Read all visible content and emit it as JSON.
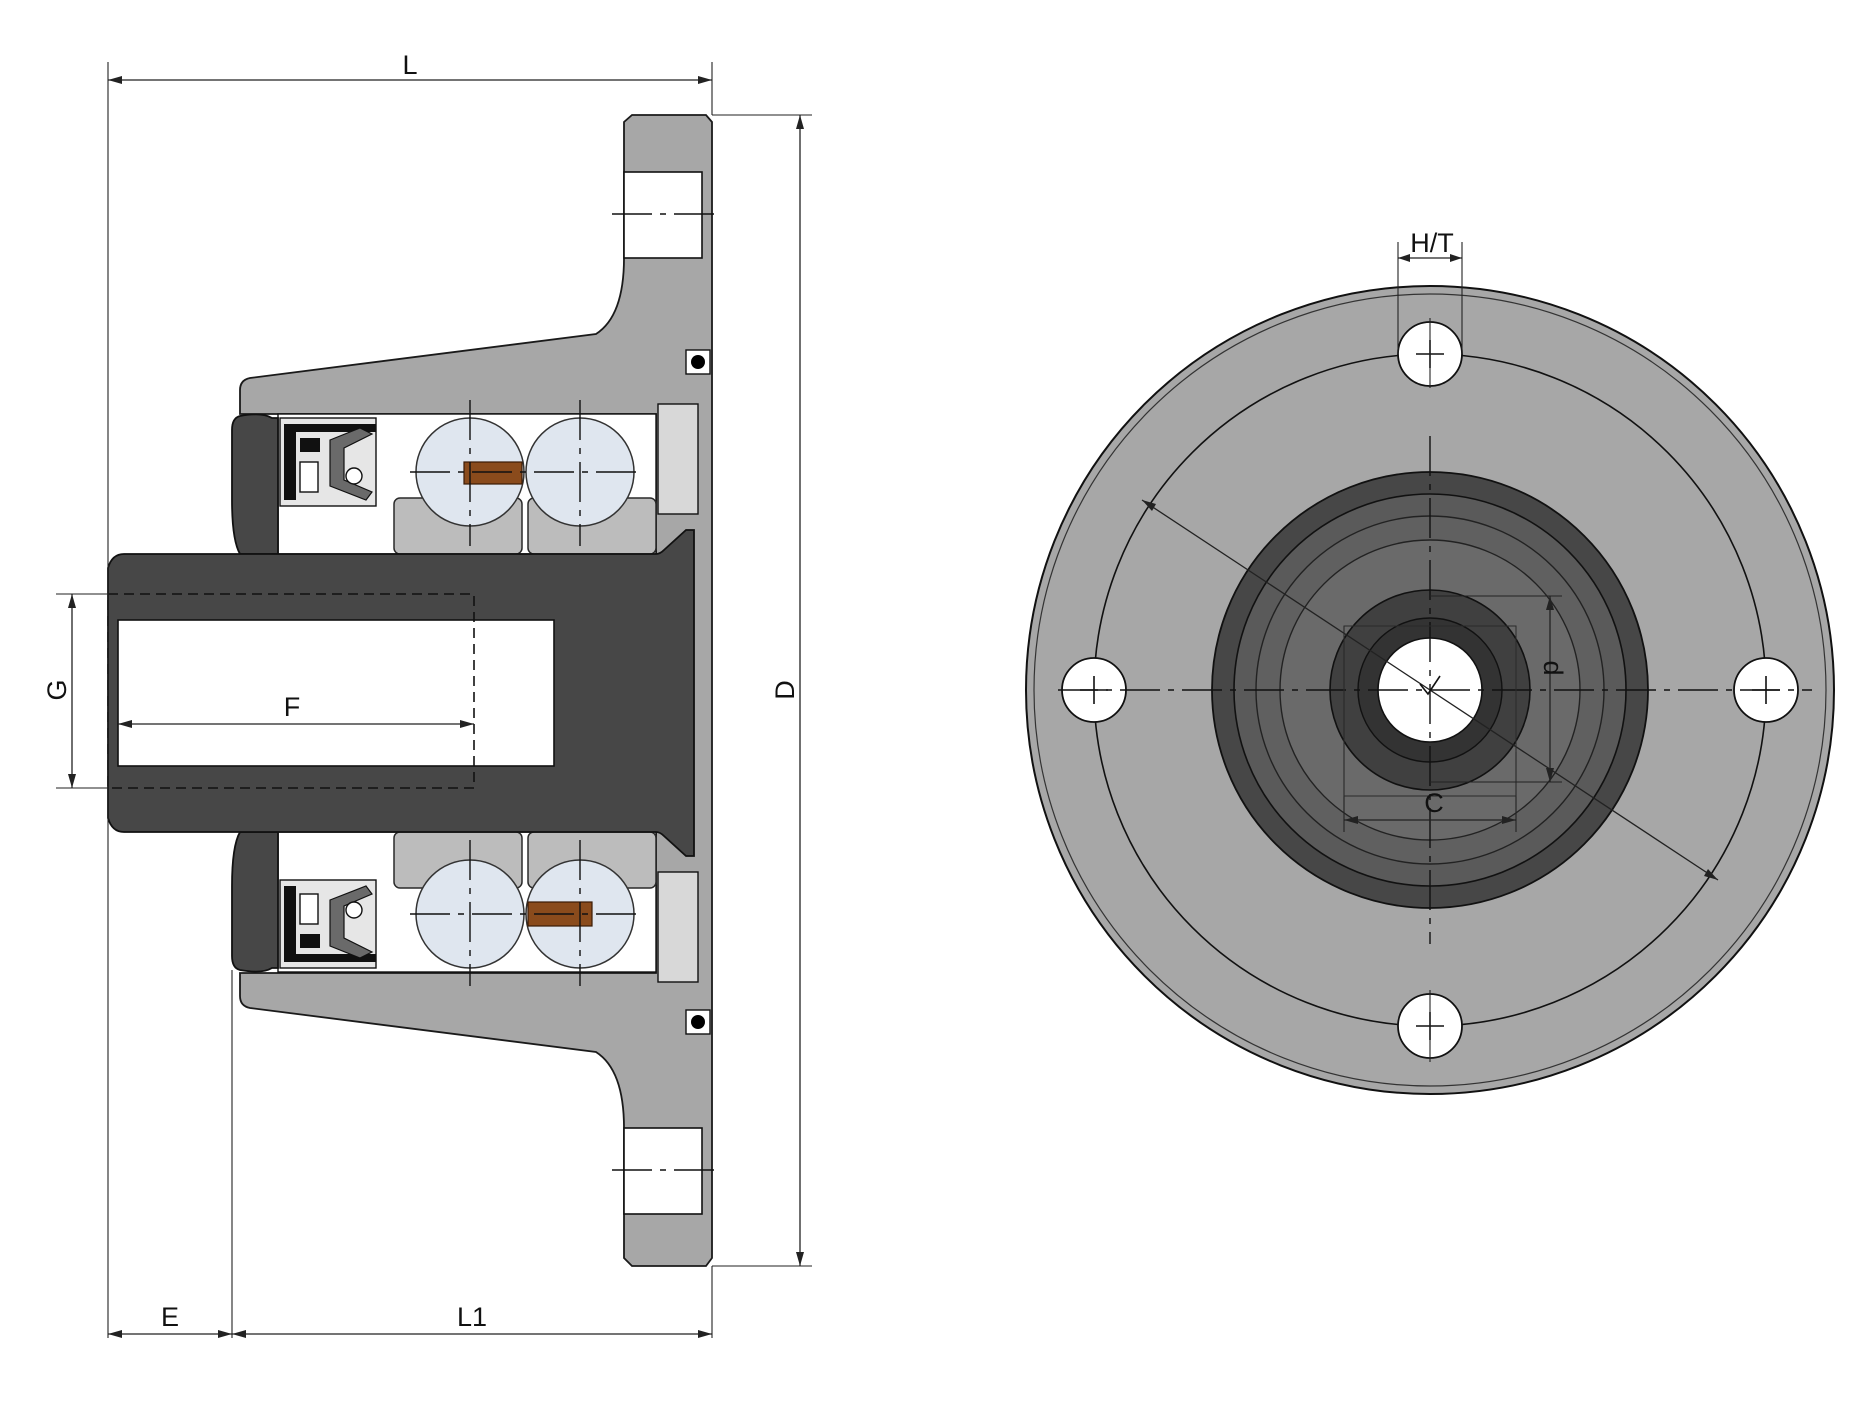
{
  "figure": {
    "side_view_labels": {
      "overall_length": "L",
      "flange_length": "L1",
      "shaft_offset": "E",
      "thread_diameter": "G",
      "thread_depth": "F",
      "outer_diameter": "D"
    },
    "front_view_labels": {
      "hole_size": "H/T",
      "bore": "C",
      "bolt_circle": "d"
    }
  },
  "colors": {
    "housing": "#a7a7a7",
    "shaft": "#474747",
    "bearing_ball": "#dfe6ef",
    "cage": "#8a4b1c",
    "outline": "#1a1a1a"
  }
}
